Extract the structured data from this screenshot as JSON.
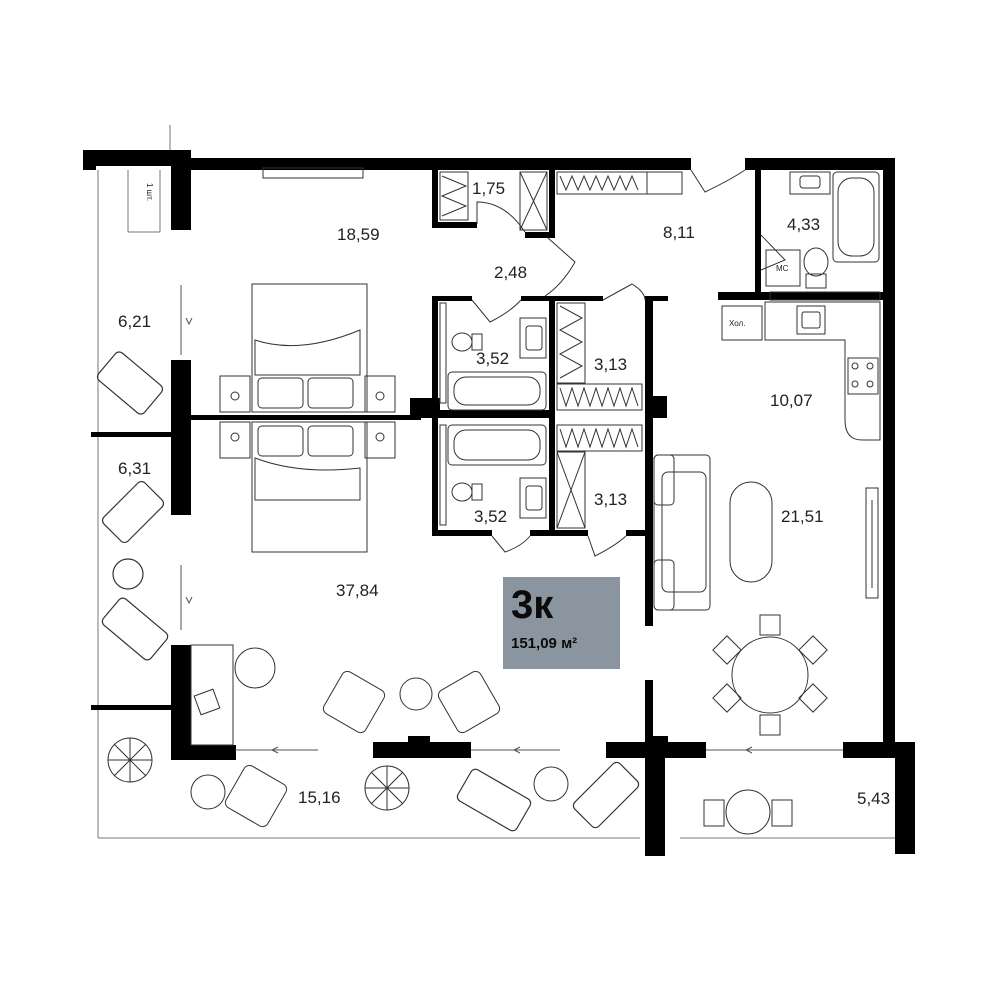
{
  "colors": {
    "wall": "#000000",
    "line": "#222222",
    "badge": "#8b95a0",
    "furniture_stroke": "#333333"
  },
  "apartment": {
    "type": "3к",
    "area": "151,09",
    "unit": "м²"
  },
  "rooms": [
    {
      "id": "room-18-59",
      "area": "18,59"
    },
    {
      "id": "room-1-75",
      "area": "1,75"
    },
    {
      "id": "room-8-11",
      "area": "8,11"
    },
    {
      "id": "room-4-33",
      "area": "4,33"
    },
    {
      "id": "room-2-48",
      "area": "2,48"
    },
    {
      "id": "room-6-21",
      "area": "6,21"
    },
    {
      "id": "room-3-52-a",
      "area": "3,52"
    },
    {
      "id": "room-3-13-a",
      "area": "3,13"
    },
    {
      "id": "room-10-07",
      "area": "10,07"
    },
    {
      "id": "room-6-31",
      "area": "6,31"
    },
    {
      "id": "room-3-52-b",
      "area": "3,52"
    },
    {
      "id": "room-3-13-b",
      "area": "3,13"
    },
    {
      "id": "room-21-51",
      "area": "21,51"
    },
    {
      "id": "room-37-84",
      "area": "37,84"
    },
    {
      "id": "room-15-16",
      "area": "15,16"
    },
    {
      "id": "room-5-43",
      "area": "5,43"
    }
  ],
  "fixtures": {
    "fridge": "Хол.",
    "washer": "МС",
    "tag": "1 шт."
  }
}
